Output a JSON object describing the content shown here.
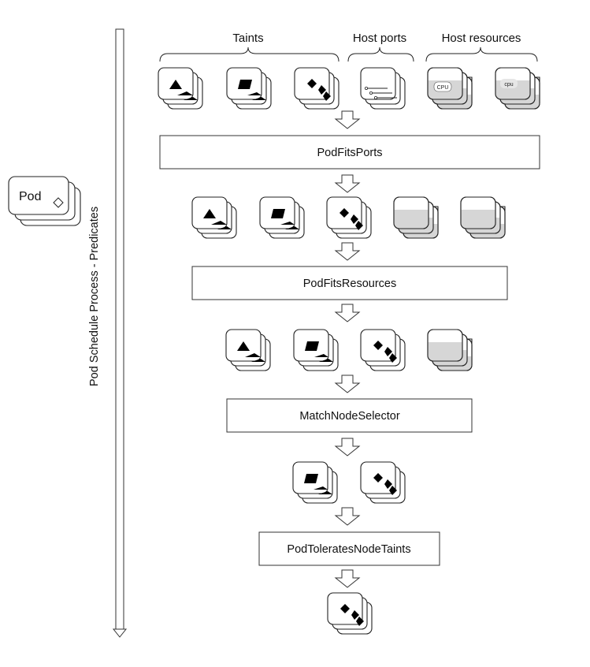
{
  "sidebar": {
    "pod_label": "Pod",
    "process_label": "Pod Schedule Process - Predicates"
  },
  "groups": {
    "taints": "Taints",
    "host_ports": "Host ports",
    "host_resources": "Host resources"
  },
  "resource_labels": {
    "node_a": "CPU",
    "node_b": "cpu"
  },
  "stages": [
    {
      "label": "PodFitsPorts",
      "node_icons_after": [
        "triangle-icon",
        "parallelogram-icon",
        "diamond-icon",
        "resource-fill-icon",
        "resource-fill-icon"
      ]
    },
    {
      "label": "PodFitsResources",
      "node_icons_after": [
        "triangle-icon",
        "parallelogram-icon",
        "diamond-icon",
        "resource-fill-icon"
      ]
    },
    {
      "label": "MatchNodeSelector",
      "node_icons_after": [
        "parallelogram-icon",
        "diamond-icon"
      ]
    },
    {
      "label": "PodToleratesNodeTaints",
      "node_icons_after": [
        "diamond-icon"
      ]
    }
  ],
  "initial_nodes": [
    "triangle-icon",
    "parallelogram-icon",
    "diamond-icon",
    "port-icon",
    "cpu-resource-icon",
    "cpu-resource-icon"
  ],
  "colors": {
    "stroke": "#222222",
    "resource_fill": "#d6d6d6",
    "background": "#ffffff"
  }
}
